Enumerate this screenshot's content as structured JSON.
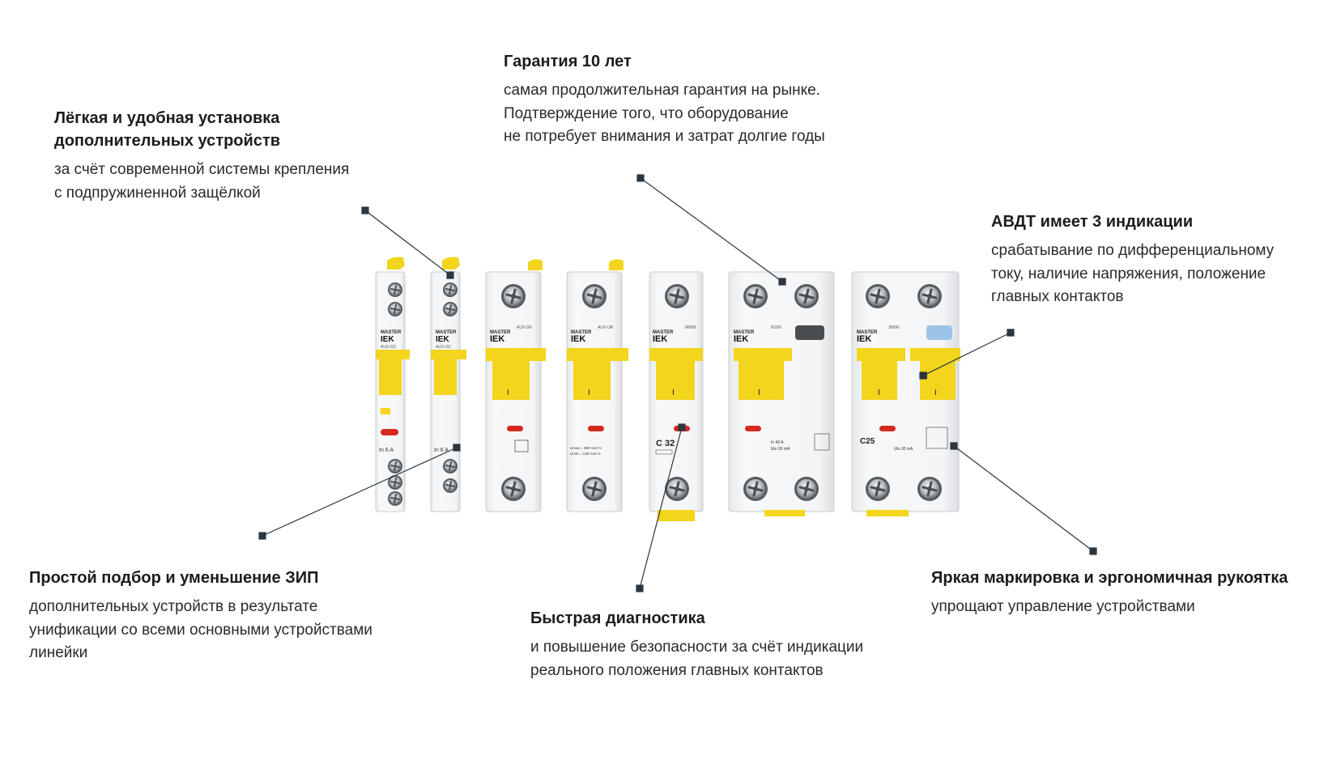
{
  "callouts": {
    "warranty": {
      "title": "Гарантия 10 лет",
      "lines": [
        "самая продолжительная гарантия на рынке.",
        "Подтверждение того, что оборудование",
        "не потребует внимания и затрат долгие годы"
      ]
    },
    "install": {
      "title_lines": [
        "Лёгкая и удобная установка",
        "дополнительных устройств"
      ],
      "lines": [
        "за счёт современной системы крепления",
        "с подпружиненной защёлкой"
      ]
    },
    "rcbo": {
      "title": "АВДТ имеет 3 индикации",
      "lines": [
        "срабатывание по дифференциальному",
        "току, наличие напряжения,  положение",
        "главных контактов"
      ]
    },
    "spare": {
      "title": "Простой подбор и уменьшение ЗИП",
      "lines": [
        "дополнительных устройств в результате",
        "унификации со всеми основными устройствами",
        "линейки"
      ]
    },
    "diag": {
      "title": "Быстрая диагностика",
      "lines": [
        "и повышение безопасности  за счёт индикации",
        "реального положения главных контактов"
      ]
    },
    "marking": {
      "title": "Яркая маркировка и эргономичная рукоятка",
      "lines": [
        "упрощают управление устройствами"
      ]
    }
  },
  "devices": {
    "brand_top": "MASTER",
    "brand": "IEK",
    "aux_gc_model": "AUX-GC",
    "aux_gc_rating": "In 6 A",
    "aux_sr_model": "AUX-SR",
    "aux_ur_model": "AUX-UR",
    "aux_ur_voltage_max": "Umax = 380 V±5 %",
    "aux_ur_voltage_min": "Umin = 138 V±5 %",
    "mcb_model": "M06N",
    "mcb_rating": "C 32",
    "rcd_model": "R10N",
    "rcd_current": "In   40 A",
    "rcd_diff": "IΔn 30 mA",
    "rcbo_model": "B06N",
    "rcbo_rating": "C25",
    "rcbo_diff": "IΔn 30 mA",
    "handle_mark": "I"
  },
  "colors": {
    "accent_yellow": "#f2d51c",
    "body_white": "#f4f5f6",
    "indicator_red": "#d42a1e",
    "callout_line": "#2b3640",
    "text": "#1f1f1f"
  }
}
